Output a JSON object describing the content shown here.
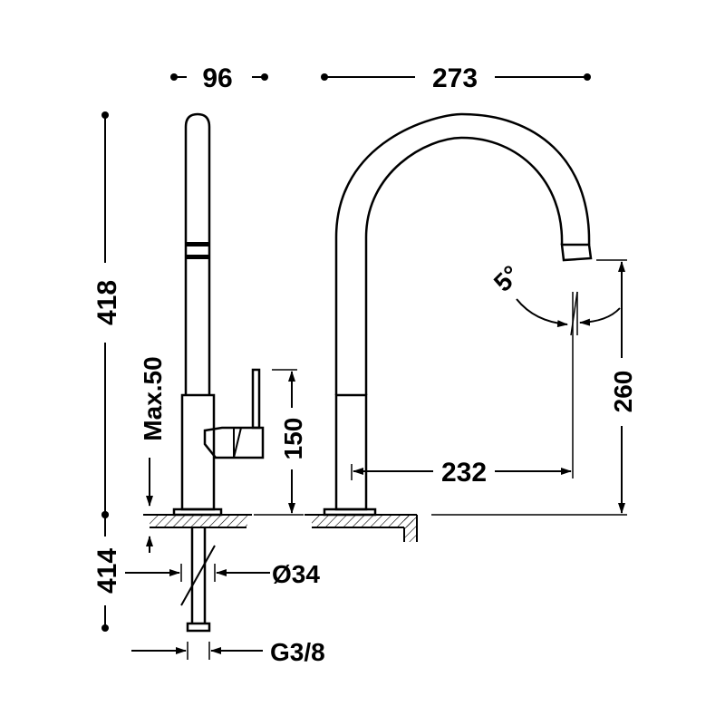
{
  "dimensions": {
    "base_depth": "96",
    "spout_reach": "273",
    "total_height": "418",
    "max_deck_thickness": "Max.50",
    "handle_height": "150",
    "outlet_height": "260",
    "spout_offset": "232",
    "swivel_angle": "5°",
    "below_deck_length": "414",
    "hole_diameter": "Ø34",
    "connection_thread": "G3/8"
  },
  "colors": {
    "line": "#000000",
    "background": "#ffffff"
  }
}
